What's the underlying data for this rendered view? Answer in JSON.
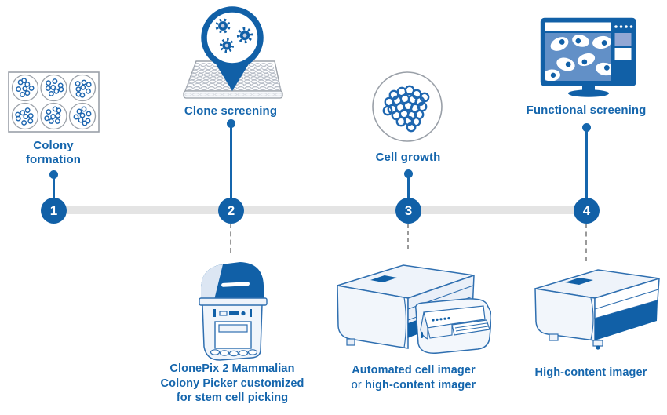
{
  "steps": [
    {
      "number": "1",
      "label": "Colony formation"
    },
    {
      "number": "2",
      "label": "Clone screening",
      "caption": "ClonePix 2 Mammalian Colony Picker customized for stem cell picking"
    },
    {
      "number": "3",
      "label": "Cell growth",
      "caption_device1": "Automated cell imager",
      "caption_conjunction": "or",
      "caption_device2": "high-content imager"
    },
    {
      "number": "4",
      "label": "Functional screening",
      "caption": "High-content imager"
    }
  ],
  "colors": {
    "brand_blue": "#1160a7",
    "label_blue": "#1566ad",
    "timeline_gray": "#e4e4e4",
    "dashed_connector_gray": "#9a9a9a",
    "monitor_screen_blue": "#6290c7",
    "outline_gray": "#9aa0a8",
    "lineart_blue": "#2f6fb0"
  }
}
